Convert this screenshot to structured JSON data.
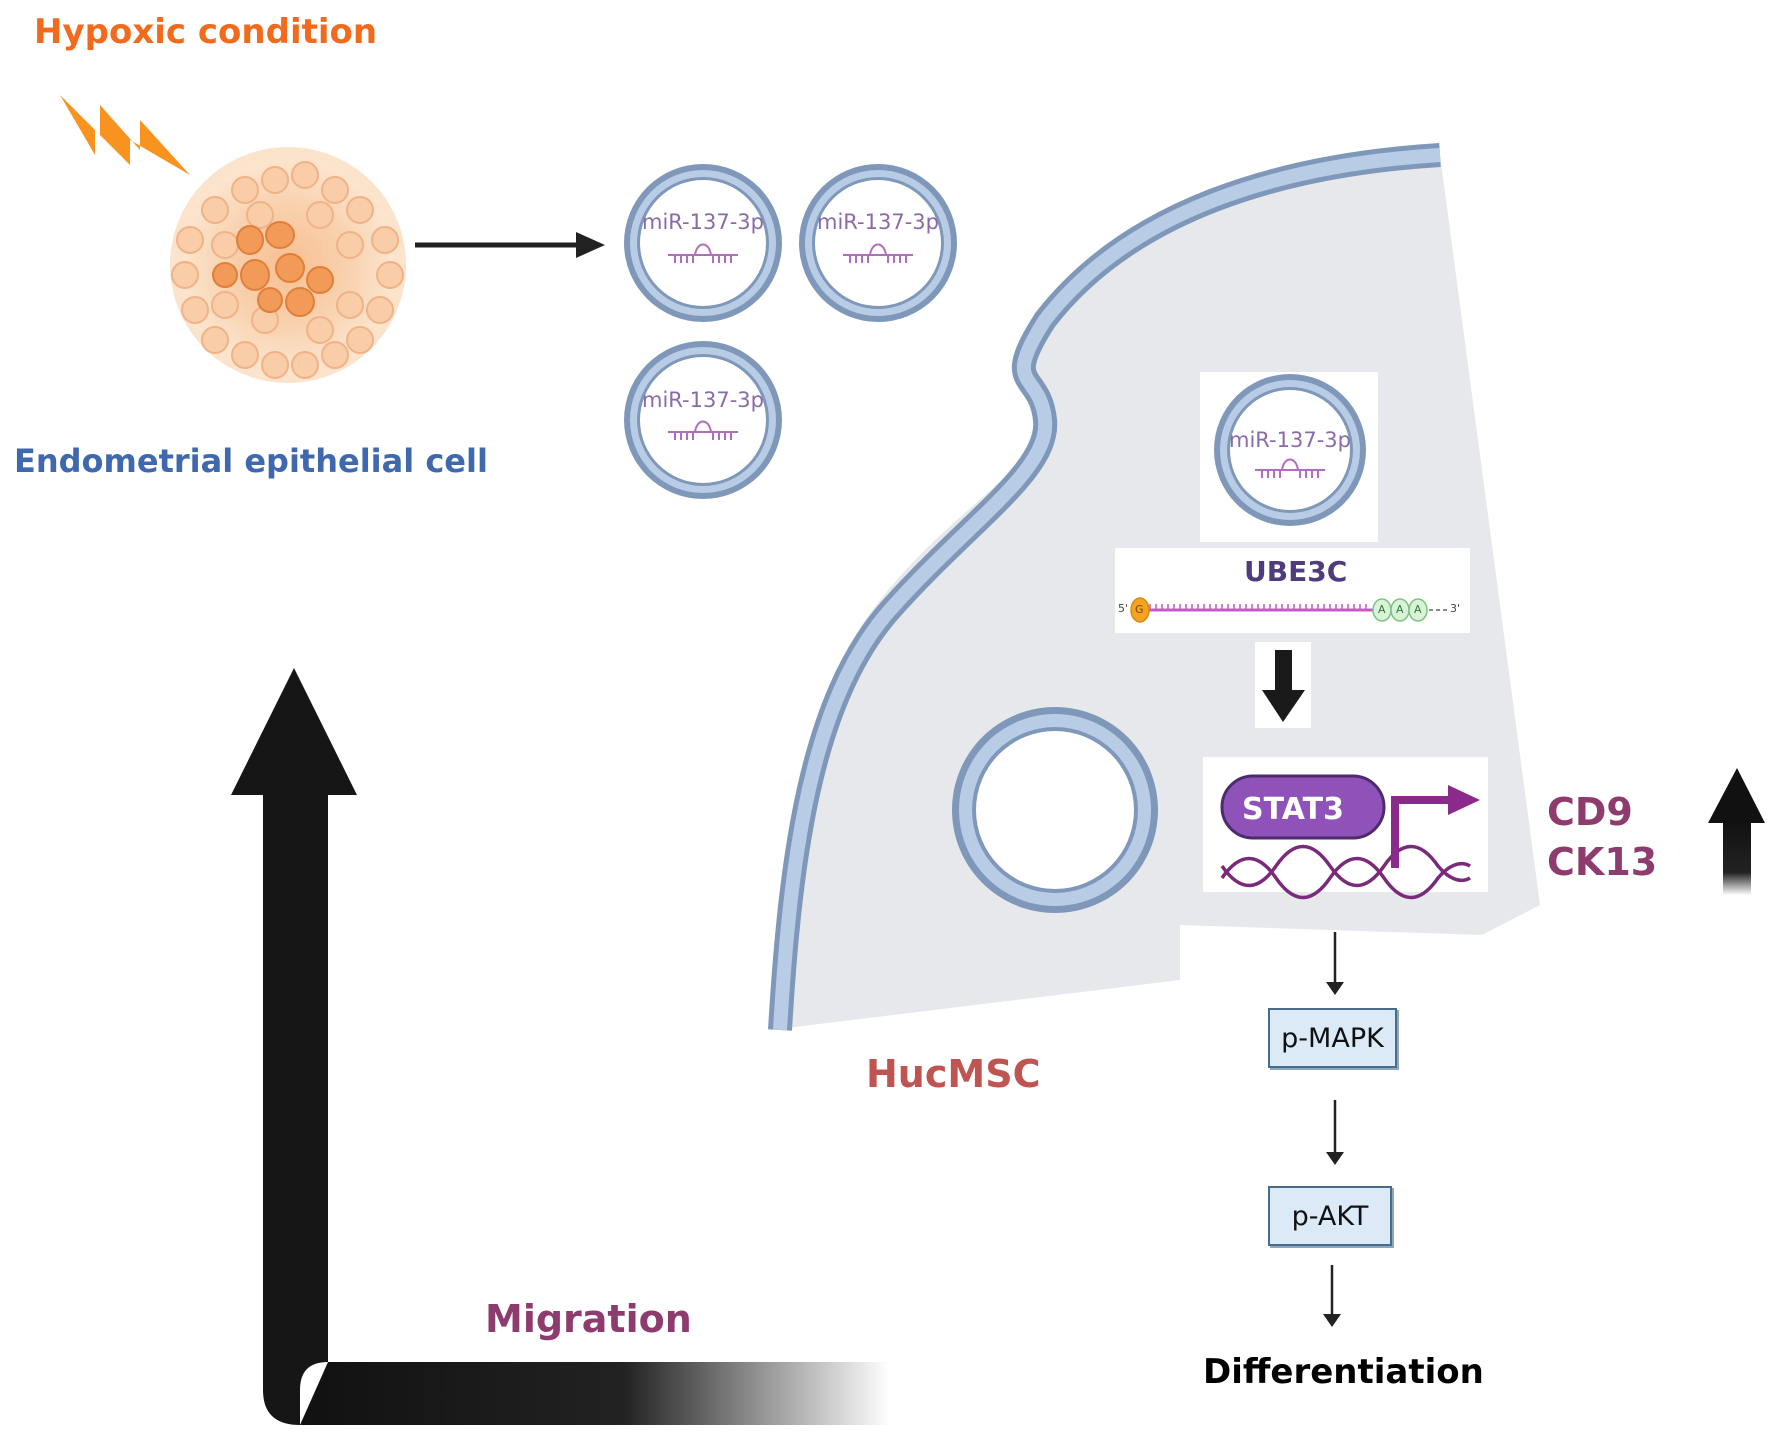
{
  "labels": {
    "hypoxic": "Hypoxic condition",
    "endometrial_cell": "Endometrial epithelial cell",
    "hucmsc": "HucMSC",
    "migration": "Migration",
    "cd9": "CD9",
    "ck13": "CK13",
    "differentiation": "Differentiation"
  },
  "vesicles": [
    {
      "label": "miR-137-3p"
    },
    {
      "label": "miR-137-3p"
    },
    {
      "label": "miR-137-3p"
    },
    {
      "label": "miR-137-3p"
    }
  ],
  "pathway": {
    "ube3c": "UBE3C",
    "mrna_5prime": "5'",
    "mrna_cap": "G",
    "mrna_tail": [
      "A",
      "A",
      "A"
    ],
    "mrna_3prime": "3'",
    "stat3": "STAT3",
    "p_mapk": "p-MAPK",
    "p_akt": "p-AKT"
  },
  "colors": {
    "hypoxic": "#f26b1d",
    "endometrial": "#3f68ae",
    "hucmsc": "#c05451",
    "marker": "#8e3b6e",
    "membrane": "#a9bfdc",
    "cytoplasm": "#e6e8ec",
    "stat3": "#8f52b8"
  }
}
